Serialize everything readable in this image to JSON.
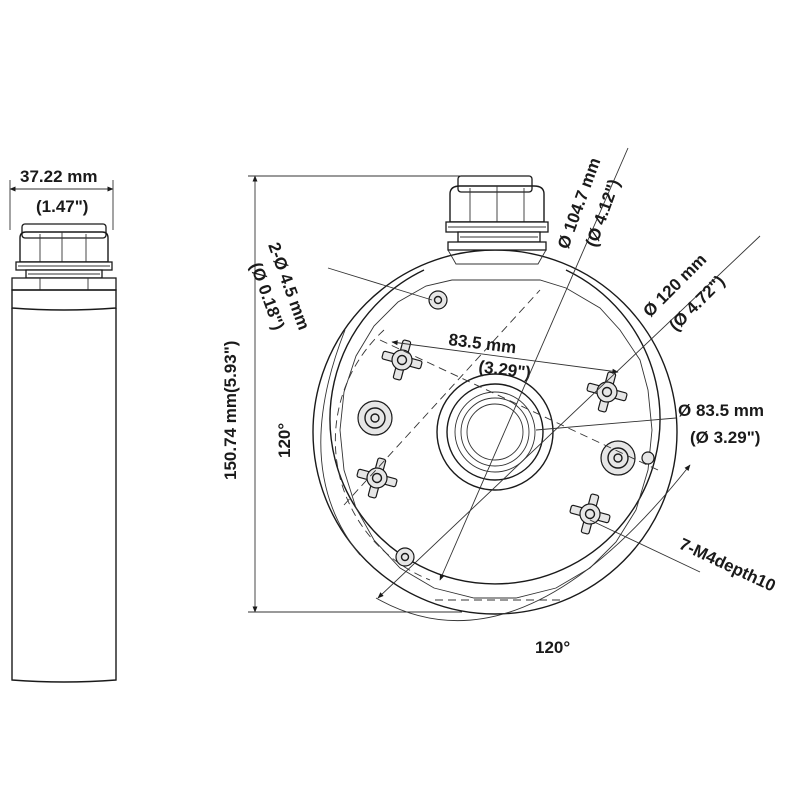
{
  "side_view": {
    "width_mm": "37.22 mm",
    "width_in": "(1.47\")"
  },
  "front_view": {
    "height_label": "150.74 mm(5.93\")",
    "angle_left": "120°",
    "angle_bottom": "120°",
    "hole_dia_mm": "2-Ø 4.5 mm",
    "hole_dia_in": "(Ø 0.18\")",
    "spacing_mm": "83.5 mm",
    "spacing_in": "(3.29\")",
    "inner_dia_mm": "Ø 104.7 mm",
    "inner_dia_in": "(Ø 4.12\")",
    "outer_dia_mm": "Ø 120 mm",
    "outer_dia_in": "(Ø 4.72\")",
    "bolt_circle_mm": "Ø 83.5 mm",
    "bolt_circle_in": "(Ø 3.29\")",
    "thread_spec": "7-M4depth10"
  },
  "colors": {
    "line": "#1a1a1a",
    "fill": "#e6e6e6"
  }
}
